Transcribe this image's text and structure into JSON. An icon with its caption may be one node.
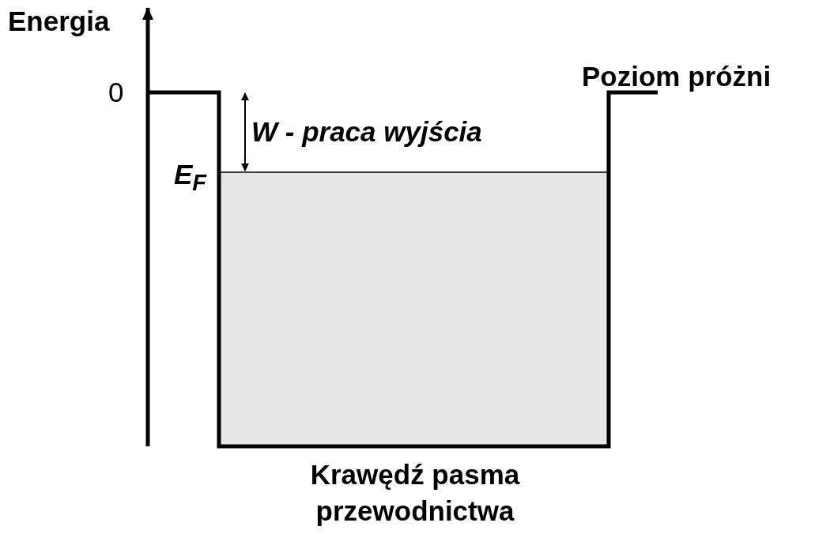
{
  "diagram": {
    "labels": [
      "Energia",
      "0",
      "Poziom próżni",
      "W - praca wyjścia",
      "E$_{F}$",
      "Krawędź pasma przewodnictwa"
    ]
  }
}
